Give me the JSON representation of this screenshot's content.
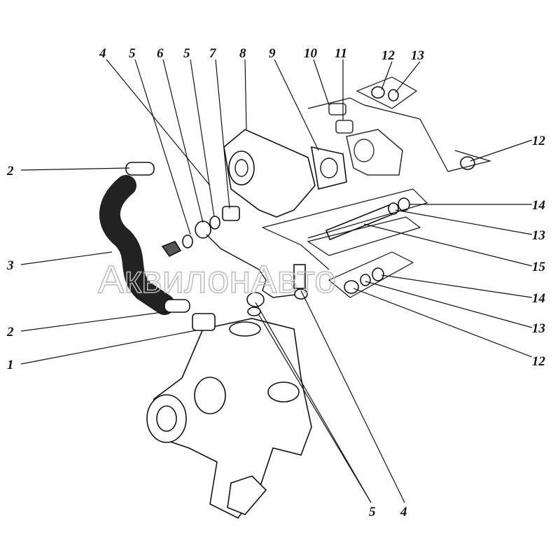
{
  "diagram": {
    "callouts_top": [
      "4",
      "5",
      "6",
      "5",
      "7",
      "8",
      "9",
      "10",
      "11",
      "12",
      "13"
    ],
    "callouts_right": [
      "12",
      "14",
      "13",
      "15",
      "14",
      "13",
      "12"
    ],
    "callouts_left": [
      "2",
      "3",
      "2",
      "1"
    ],
    "callouts_bottom": [
      "5",
      "4"
    ],
    "watermark": "АквилонАвто"
  }
}
